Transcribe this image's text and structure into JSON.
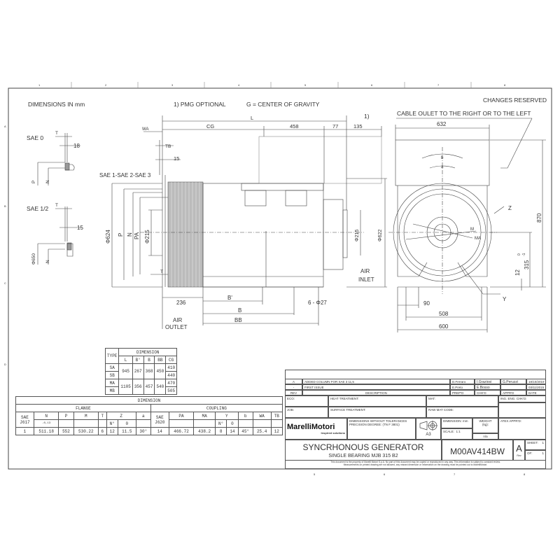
{
  "notes": {
    "dimensions": "DIMENSIONS IN mm",
    "pmg": "1)  PMG OPTIONAL",
    "cog": "G = CENTER OF GRAVITY",
    "changes": "CHANGES RESERVED",
    "note_ref": "1)",
    "cable": "CABLE OULET TO THE RIGHT OR TO THE LEFT"
  },
  "ruler": {
    "columns": [
      "1",
      "2",
      "3",
      "4",
      "5",
      "6",
      "7",
      "8"
    ],
    "rows": [
      "A",
      "B",
      "C",
      "D"
    ]
  },
  "sae0": {
    "label": "SAE 0",
    "t": "T",
    "dim": "18",
    "p": "P",
    "n": "N"
  },
  "sae12": {
    "label": "SAE 1/2",
    "t": "T",
    "dim": "15",
    "dia": "Φ650",
    "n": "N"
  },
  "side_view": {
    "sae123": "SAE 1-SAE 2-SAE 3",
    "wa": "WA",
    "tb": "TB",
    "d15": "15",
    "l": "L",
    "cg": "CG",
    "d458": "458",
    "d77": "77",
    "d135": "135",
    "dia624": "Φ624",
    "p": "P",
    "n": "N",
    "pa": "PA",
    "dia215": "Φ215",
    "t": "T",
    "d236": "236",
    "bprime": "B'",
    "b": "B",
    "bb": "BB",
    "holes": "6 - Φ27",
    "air_outlet": [
      "AIR",
      "OUTLET"
    ],
    "air_inlet": [
      "AIR",
      "INLET"
    ],
    "dia215r": "Φ215",
    "dia622": "Φ622"
  },
  "front_view": {
    "d632": "632",
    "d870": "870",
    "d315": "315",
    "tol": "0",
    "tol2": "-1",
    "d12": "12",
    "d90": "90",
    "d508": "508",
    "d600": "600",
    "z": "Z",
    "y": "Y",
    "m": "M",
    "ma": "MA",
    "a": "a",
    "b": "b"
  },
  "type_table": {
    "type": "TYPE",
    "dimension": "DIMENSION",
    "cols": [
      "L",
      "B'",
      "B",
      "BB",
      "CG"
    ],
    "rows": [
      {
        "type": "SA",
        "L": "945",
        "Bp": "267",
        "B": "368",
        "BB": "450",
        "CG": "410"
      },
      {
        "type": "SB",
        "CG": "440"
      },
      {
        "type": "MA",
        "L": "1105",
        "Bp": "356",
        "B": "457",
        "BB": "540",
        "CG": "470"
      },
      {
        "type": "MB",
        "CG": "505"
      }
    ]
  },
  "flange_table": {
    "dimension": "DIMENSION",
    "flange": "FLANGE",
    "coupling": "COUPLING",
    "sae_j617": [
      "SAE",
      "J617"
    ],
    "sae_j620": [
      "SAE",
      "J620"
    ],
    "heads": {
      "n": "N",
      "p": "P",
      "m": "M",
      "t": "T",
      "z": "Z",
      "a": "a",
      "pa": "PA",
      "ma": "MA",
      "y": "Y",
      "b": "b",
      "wa": "WA",
      "tb": "TB"
    },
    "n_tol": "-0,13",
    "no": "N°",
    "zero": "0",
    "row": {
      "sae": "1",
      "n": "511.18",
      "p": "552",
      "m": "530.22",
      "t": "6",
      "z_n": "12",
      "z_d": "11.5",
      "a": "30°",
      "sae2": "14",
      "pa": "466.72",
      "ma": "438.2",
      "y_n": "8",
      "y_d": "14",
      "b": "45°",
      "wa": "25.4",
      "tb": "12"
    }
  },
  "title_block": {
    "revisions": [
      {
        "rev": "A",
        "desc": "ADDED COLUMN FOR SAE 3 11,5",
        "prep": "D.Ferraro",
        "chk": "I.Graziosi",
        "appr": "G.Peruzzi",
        "date": "18/10/2019"
      },
      {
        "rev": "-",
        "desc": "FIRST ISSUE",
        "prep": "E.Preto",
        "chk": "E.Bosso",
        "appr": "",
        "date": "03/11/2015"
      }
    ],
    "headers": {
      "rev": "REV",
      "desc": "DESCRIPTION",
      "prep": "PREP'D",
      "chk": "CHK'D",
      "appr": "APPR'D",
      "date": "DATE"
    },
    "eco": "ECO:",
    "heat": "HEAT TREATMENT:",
    "mat": "MAT:",
    "ing": "ING. ENG. CHK'D:",
    "job": "JOB:",
    "surface": "SURFACE TREATMENT:",
    "raw": "RAW MAT CODE:",
    "logo": "MarelliMotori",
    "tagline": "Inspired solutions",
    "tolerance": [
      "DIMENSIONS WITHOUT TOLERANCES",
      "PRECISION DEGREE: (TN F 3801)"
    ],
    "format": "A3",
    "dimension_unit": "DIMENSION: mm",
    "scale_label": "SCALE:",
    "scale": "1:1",
    "weight_label": [
      "WEIGHT",
      "(kg):"
    ],
    "weight": "n/a",
    "atex": "ATEX APPR'D:",
    "title": "SYNCRHONOUS GENERATOR",
    "subtitle": "SINGLE BEARING MJB 315 B2",
    "drawing_no": "M00AV414BW",
    "rev": "A",
    "rev_label": "Rev",
    "sheet_label": "SHEET:",
    "sheet": "1",
    "of_label": "OF:",
    "of": "1",
    "notice": [
      "This document is the property of Marelli Motori S.p.A. No part of this document may be copied or reproduced in any way. This information is subject to constant review.",
      "Measurements on printed drawing are not allowed, any missed dimension or information on the drawing must be pointed out to MarelliMotori."
    ]
  }
}
